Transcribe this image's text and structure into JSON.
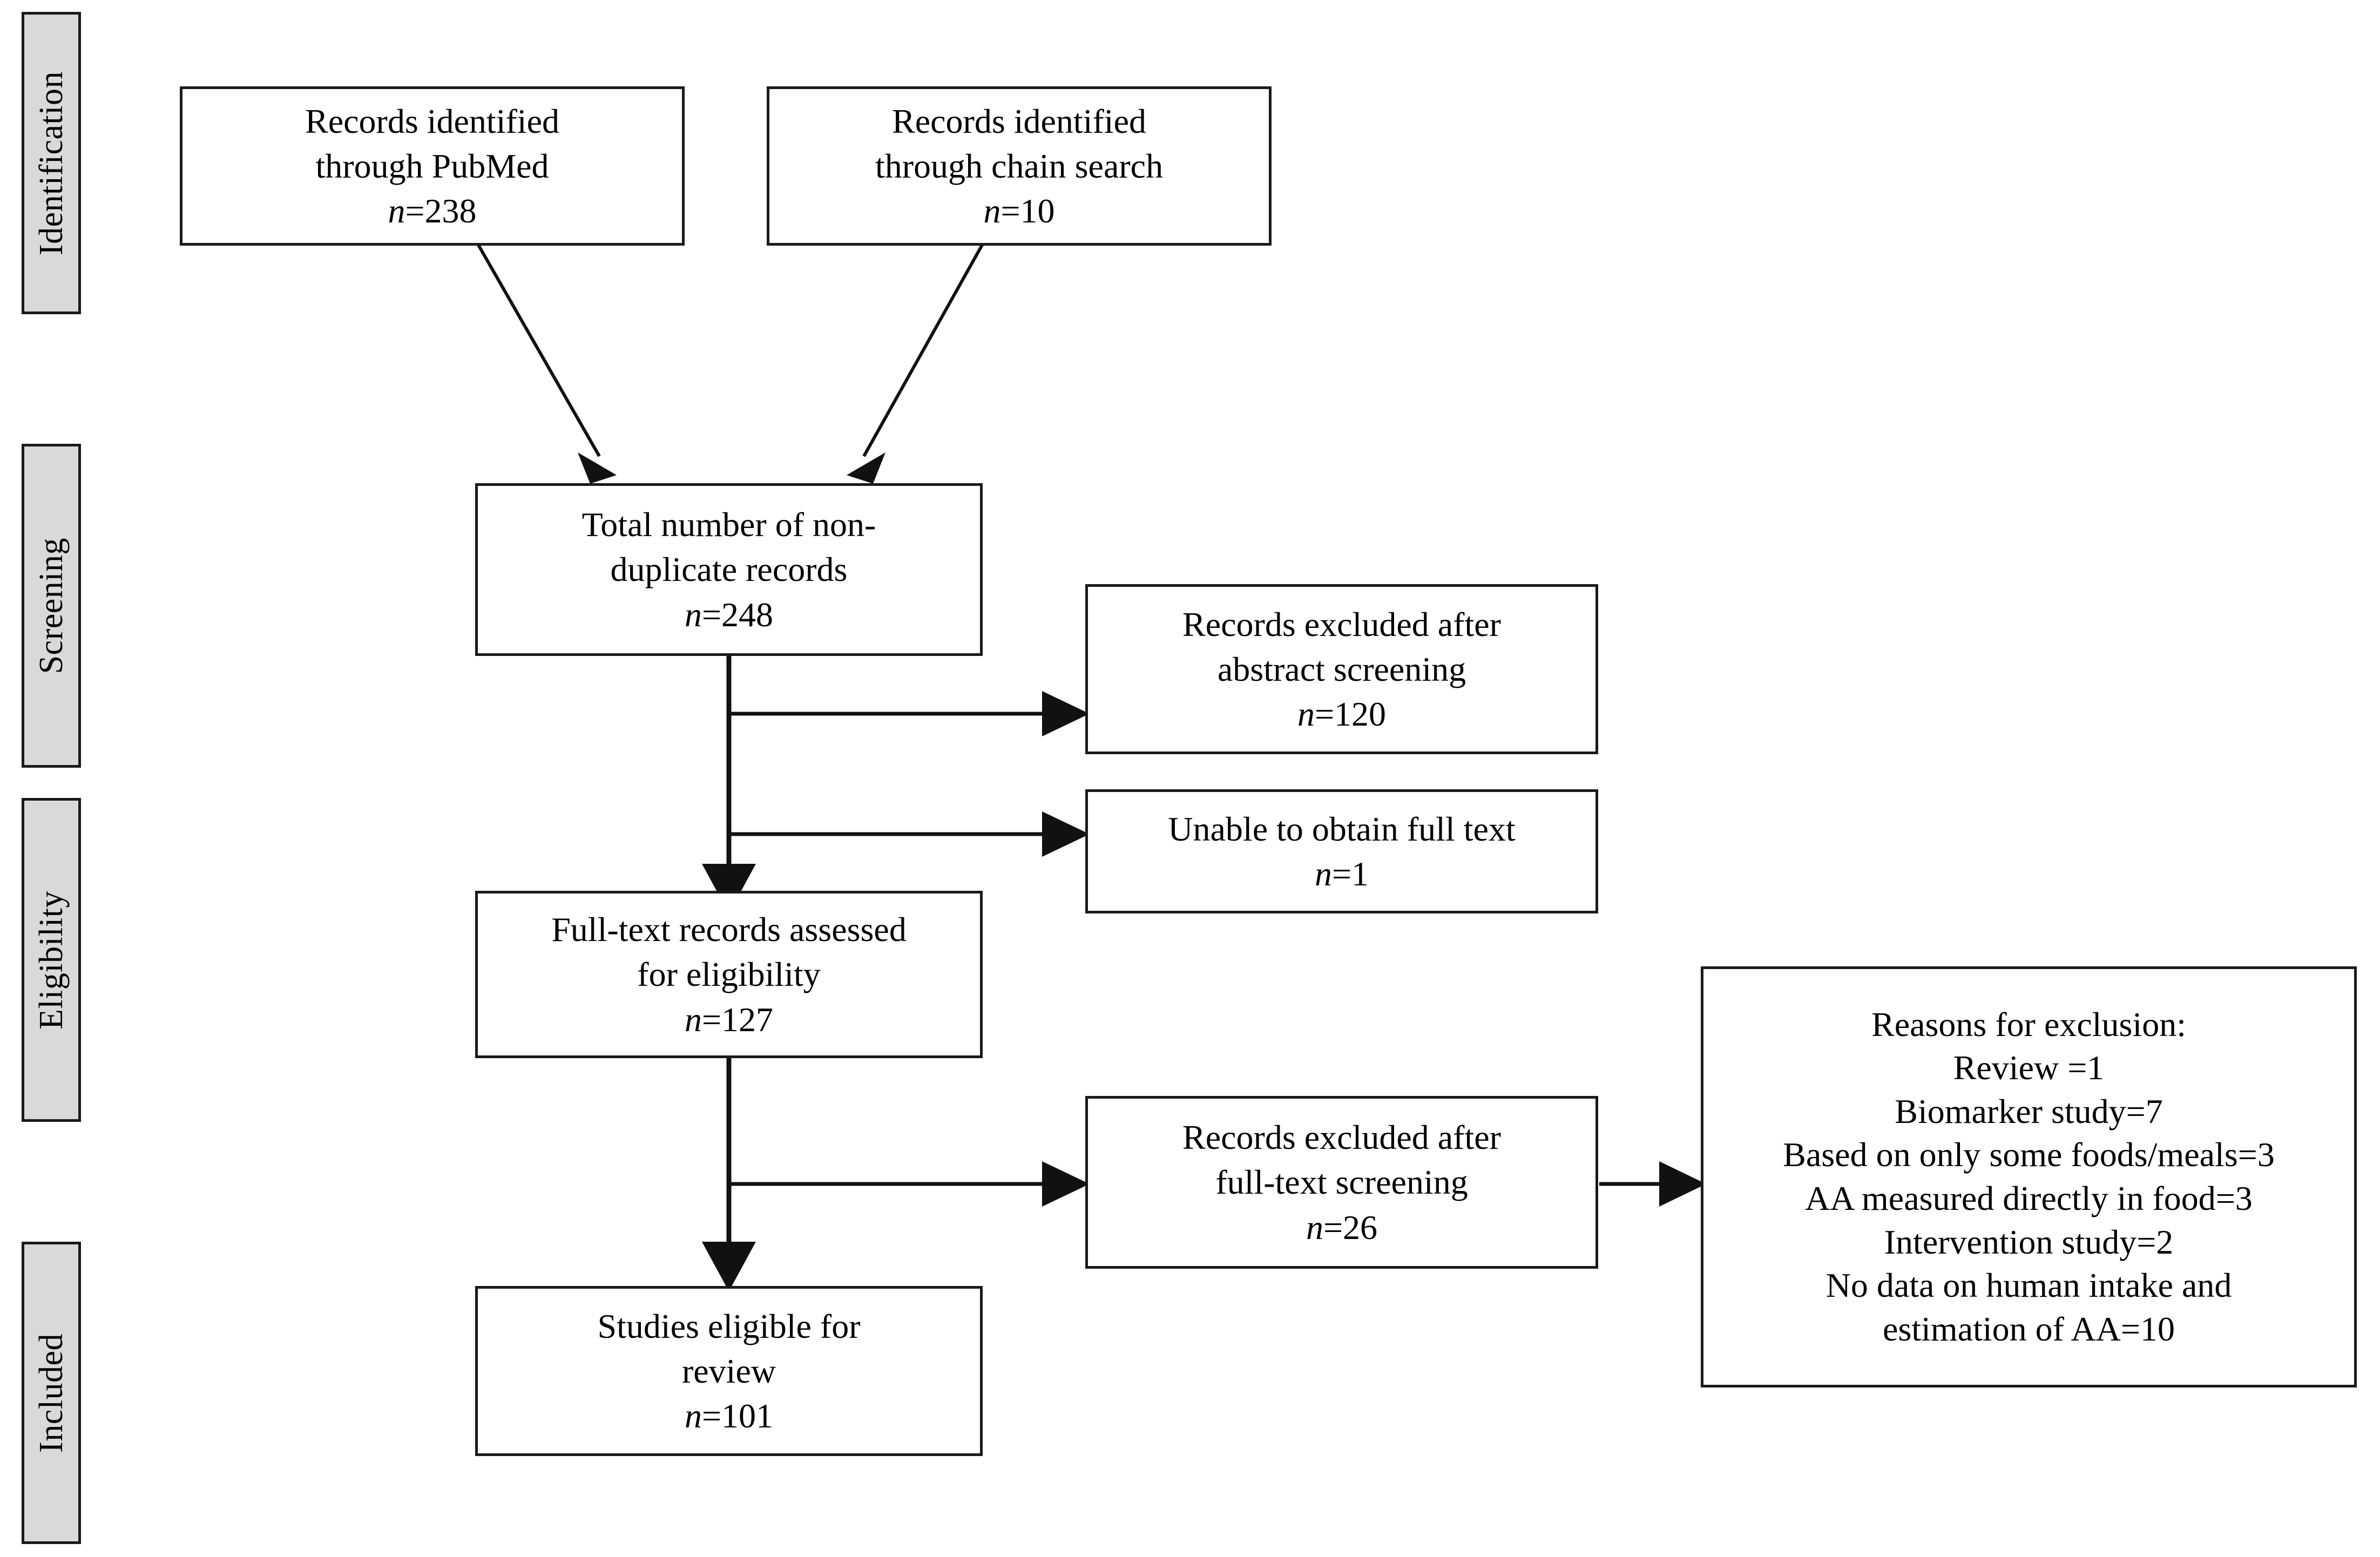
{
  "diagram": {
    "type": "prisma-flow-diagram",
    "title": "PRISMA study selection flow diagram",
    "colors": {
      "phase_label_fill": "#d9d9d9",
      "box_fill": "#ffffff",
      "stroke": "#1a1a1a",
      "text": "#000000"
    },
    "phases": [
      {
        "id": "identification",
        "label": "Identification"
      },
      {
        "id": "screening",
        "label": "Screening"
      },
      {
        "id": "eligibility",
        "label": "Eligibility"
      },
      {
        "id": "included",
        "label": "Included"
      }
    ],
    "boxes": {
      "pubmed": {
        "line1": "Records identified",
        "line2": "through PubMed",
        "n_label": "n",
        "n_sep": "=",
        "n_value": "238"
      },
      "chain": {
        "line1": "Records identified",
        "line2": "through chain search",
        "n_label": "n",
        "n_sep": "=",
        "n_value": "10"
      },
      "nonduplicate": {
        "line1": "Total number of non-",
        "line2": "duplicate records",
        "n_label": "n",
        "n_sep": "=",
        "n_value": "248"
      },
      "excluded_abstract": {
        "line1": "Records excluded after",
        "line2": "abstract screening",
        "n_label": "n",
        "n_sep": "=",
        "n_value": "120"
      },
      "unable_fulltext": {
        "line1": "Unable to obtain full text",
        "n_label": "n",
        "n_sep": "=",
        "n_value": "1"
      },
      "fulltext_assessed": {
        "line1": "Full-text records assessed",
        "line2": "for eligibility",
        "n_label": "n",
        "n_sep": "=",
        "n_value": "127"
      },
      "excluded_fulltext": {
        "line1": "Records excluded after",
        "line2": "full-text screening",
        "n_label": "n",
        "n_sep": "=",
        "n_value": "26"
      },
      "studies_eligible": {
        "line1": "Studies eligible for",
        "line2": "review",
        "n_label": "n",
        "n_sep": "=",
        "n_value": "101"
      },
      "reasons": {
        "heading": "Reasons for exclusion:",
        "items": [
          "Review =1",
          "Biomarker study=7",
          "Based on only some foods/meals=3",
          "AA measured directly in food=3",
          "Intervention study=2",
          "No data on human intake and",
          "estimation of AA=10"
        ]
      }
    },
    "flow_counts": {
      "identified_pubmed": 238,
      "identified_chain_search": 10,
      "non_duplicate_records": 248,
      "excluded_after_abstract_screening": 120,
      "unable_to_obtain_full_text": 1,
      "full_text_assessed": 127,
      "excluded_after_full_text_screening": 26,
      "studies_eligible_for_review": 101,
      "exclusion_reasons": {
        "review": 1,
        "biomarker_study": 7,
        "based_on_only_some_foods_meals": 3,
        "aa_measured_directly_in_food": 3,
        "intervention_study": 2,
        "no_data_on_human_intake_and_estimation_of_aa": 10
      }
    }
  }
}
